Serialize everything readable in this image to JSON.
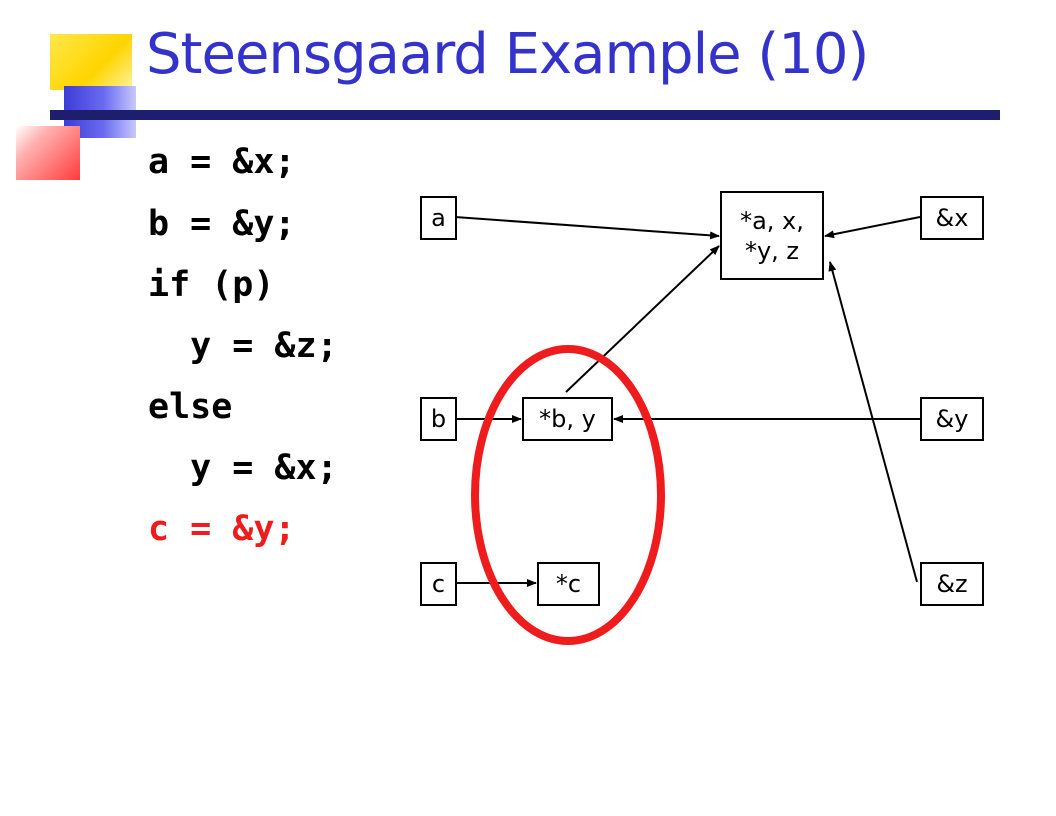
{
  "slide": {
    "title": "Steensgaard Example (10)"
  },
  "code": [
    {
      "text": "a = &x;",
      "highlighted": false
    },
    {
      "text": "b = &y;",
      "highlighted": false
    },
    {
      "text": "if (p)",
      "highlighted": false
    },
    {
      "text": "  y = &z;",
      "highlighted": false
    },
    {
      "text": "else",
      "highlighted": false
    },
    {
      "text": "  y = &x;",
      "highlighted": false
    },
    {
      "text": "c = &y;",
      "highlighted": true
    }
  ],
  "diagram": {
    "nodes": {
      "a": "a",
      "axyz": "*a, x,\n*y, z",
      "amp_x": "&x",
      "b": "b",
      "b_y": "*b, y",
      "amp_y": "&y",
      "c": "c",
      "star_c": "*c",
      "amp_z": "&z"
    },
    "highlight_color": "#ee1c1c"
  },
  "colors": {
    "title": "#3333cc",
    "code_highlight": "#ee1c1c"
  }
}
